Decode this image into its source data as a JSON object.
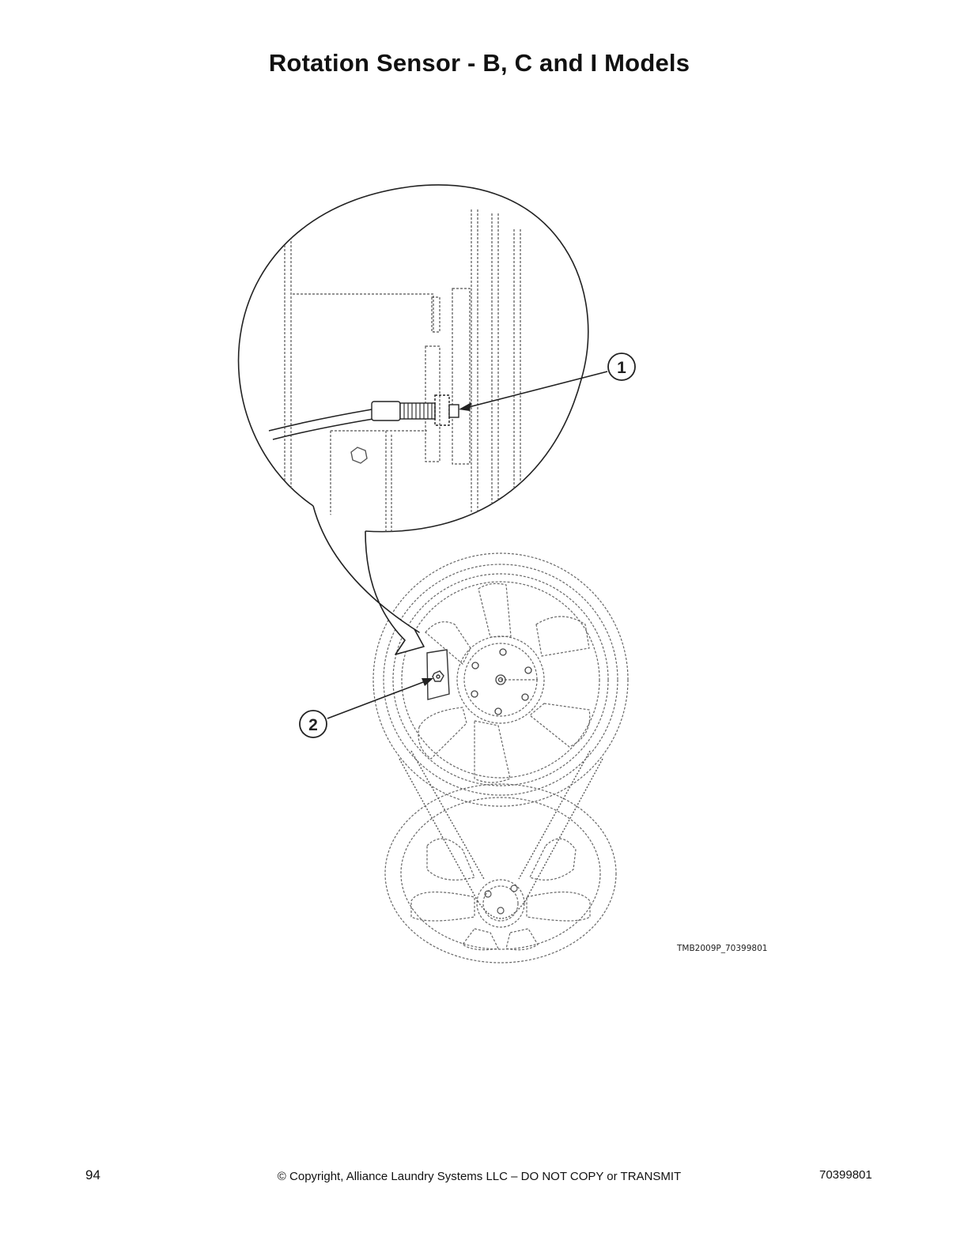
{
  "page": {
    "title": "Rotation Sensor - B, C and I Models"
  },
  "figure": {
    "figure_id": "TMB2009P_70399801",
    "callouts": [
      {
        "number": "1"
      },
      {
        "number": "2"
      }
    ]
  },
  "footer": {
    "page_number": "94",
    "copyright": "© Copyright, Alliance Laundry Systems LLC – DO NOT COPY or TRANSMIT",
    "document_number": "70399801"
  }
}
